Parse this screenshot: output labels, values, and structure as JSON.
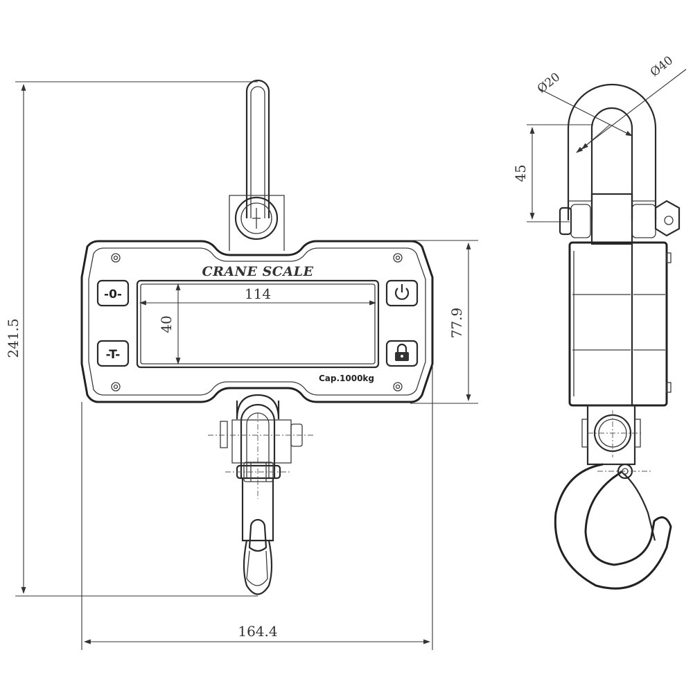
{
  "front_view": {
    "brand_label": "CRANE SCALE",
    "capacity_label": "Cap.1000kg",
    "keys": {
      "zero_key": "-0-",
      "tare_key": "-T-",
      "power_icon": "power-icon",
      "lock_icon": "lock-icon"
    }
  },
  "dimensions": {
    "total_height": "241.5",
    "total_width": "164.4",
    "body_height": "77.9",
    "display_width": "114",
    "display_height": "40"
  },
  "side_view": {
    "shackle_height": "45",
    "shackle_inner_dia": "Ø20",
    "shackle_outer_dia": "Ø40"
  }
}
